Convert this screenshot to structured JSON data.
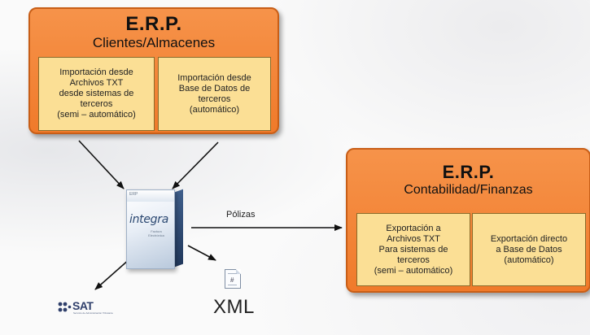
{
  "erp_clientes": {
    "title": "E.R.P.",
    "subtitle": "Clientes/Almacenes",
    "box_txt": "Importación desde\nArchivos TXT\ndesde sistemas de\nterceros\n(semi – automático)",
    "box_db": "Importación desde\nBase de Datos de\nterceros\n(automático)"
  },
  "erp_contabilidad": {
    "title": "E.R.P.",
    "subtitle": "Contabilidad/Finanzas",
    "box_txt": "Exportación a\nArchivos TXT\nPara sistemas de\nterceros\n(semi – automático)",
    "box_db": "Exportación directo\na Base de Datos\n(automático)"
  },
  "product": {
    "tag": "ERP",
    "name": "integra",
    "caption": "Factura\nElectrónica"
  },
  "polizas_label": "Pólizas",
  "xml_label": "XML",
  "sat": {
    "logo_text": "SAT",
    "subtitle": "Servicio de Administración Tributaria"
  },
  "colors": {
    "erp_box": "#f07a2a",
    "inner_box": "#fbdf95"
  },
  "icons": {
    "product": "software-box-icon",
    "xml": "xml-file-icon",
    "sat": "sat-logo-icon"
  }
}
